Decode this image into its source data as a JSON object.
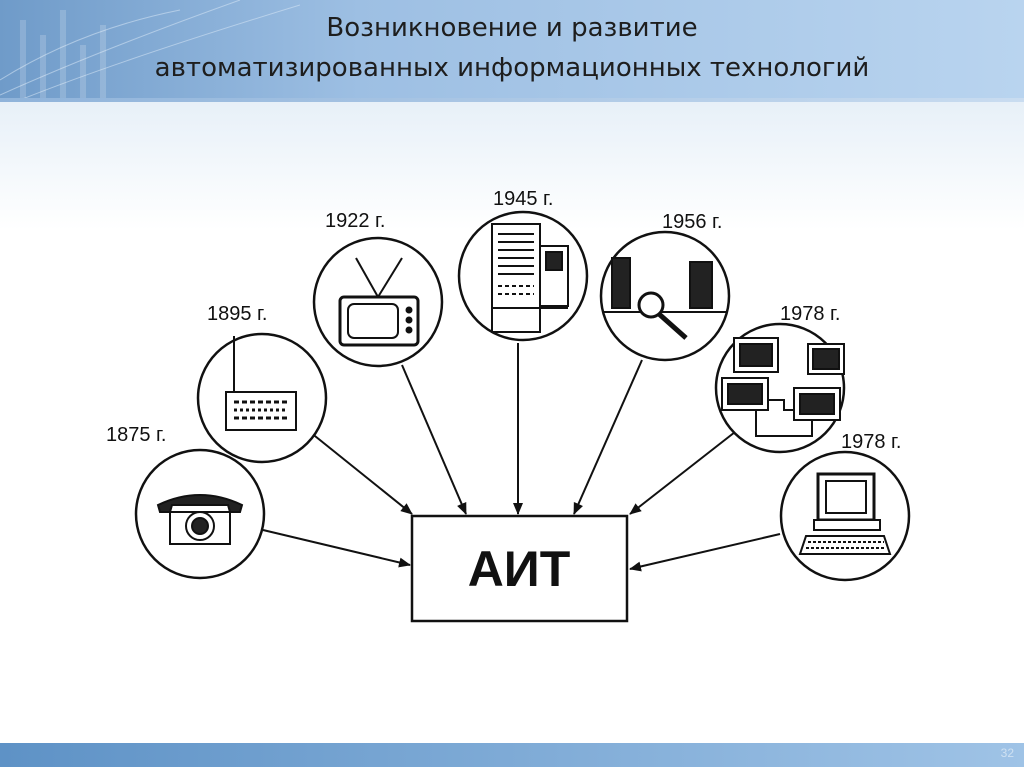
{
  "slide": {
    "title_line1": "Возникновение и развитие",
    "title_line2": "автоматизированных информационных технологий",
    "slide_number": "32"
  },
  "diagram": {
    "center_label": "АИТ",
    "nodes": [
      {
        "year": "1875 г.",
        "icon": "telephone-icon"
      },
      {
        "year": "1895 г.",
        "icon": "radio-icon"
      },
      {
        "year": "1922 г.",
        "icon": "television-icon"
      },
      {
        "year": "1945 г.",
        "icon": "mainframe-computer-icon"
      },
      {
        "year": "1956 г.",
        "icon": "microchip-icon"
      },
      {
        "year": "1978 г.",
        "icon": "computer-network-icon"
      },
      {
        "year": "1978 г.",
        "icon": "personal-computer-icon"
      }
    ]
  },
  "colors": {
    "header_blue": "#9dbfe3",
    "footer_blue": "#5e92c6",
    "ink": "#111111"
  }
}
